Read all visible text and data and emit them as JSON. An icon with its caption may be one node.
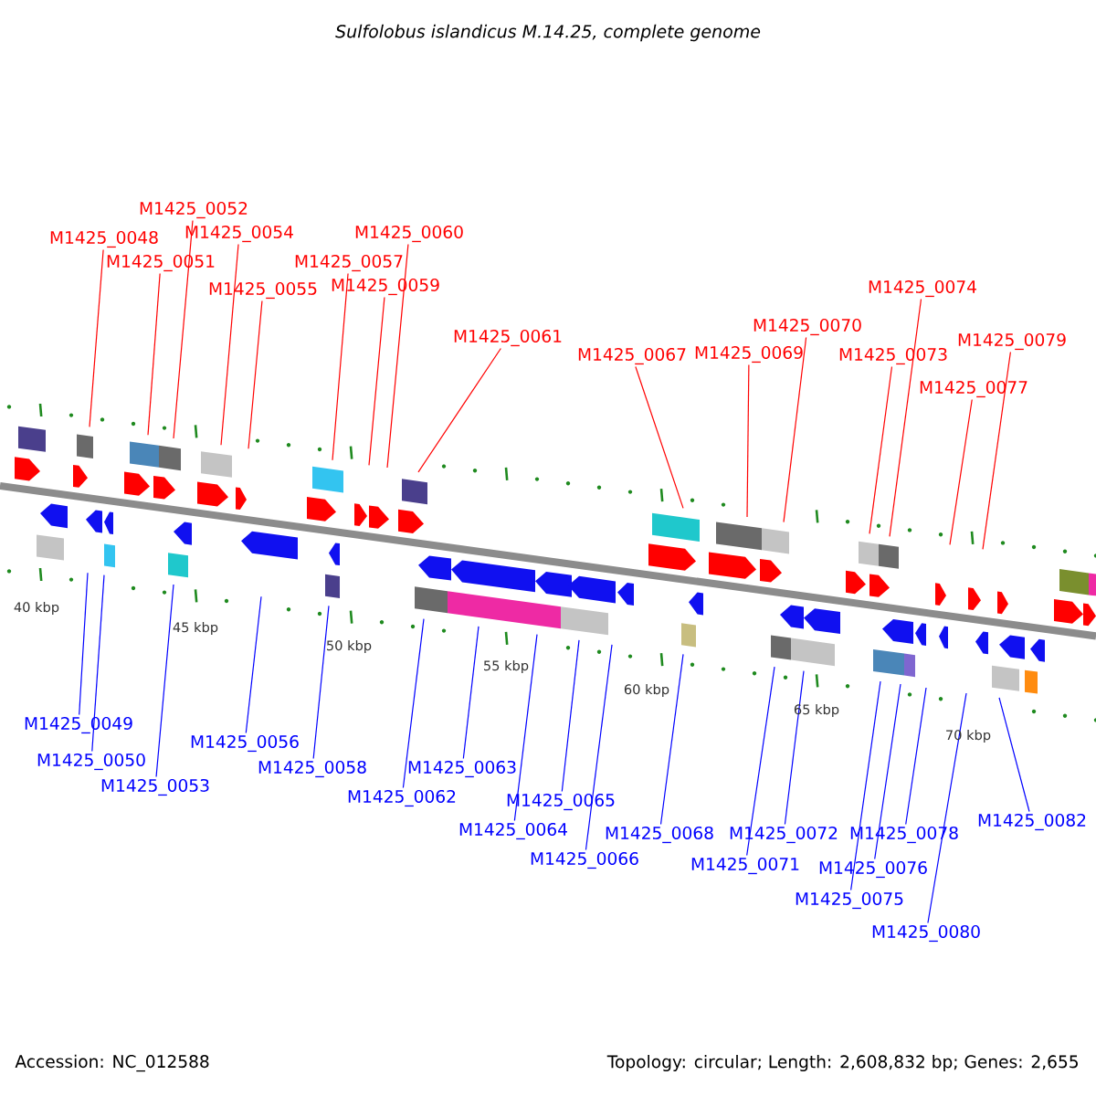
{
  "diagram": {
    "title": "Sulfolobus islandicus M.14.25, complete genome",
    "nodes": [
      {
        "text": [
          "M1425_0048"
        ]
      },
      {
        "text": [
          "M1425_0049"
        ]
      },
      {
        "text": [
          "M1425_0050"
        ]
      },
      {
        "text": [
          "M1425_0051"
        ]
      },
      {
        "text": [
          "M1425_0052"
        ]
      },
      {
        "text": [
          "M1425_0053"
        ]
      },
      {
        "text": [
          "M1425_0054"
        ]
      },
      {
        "text": [
          "M1425_0055"
        ]
      },
      {
        "text": [
          "M1425_0056"
        ]
      },
      {
        "text": [
          "M1425_0057"
        ]
      },
      {
        "text": [
          "M1425_0058"
        ]
      },
      {
        "text": [
          "M1425_0059"
        ]
      },
      {
        "text": [
          "M1425_0060"
        ]
      },
      {
        "text": [
          "M1425_0061"
        ]
      },
      {
        "text": [
          "M1425_0062"
        ]
      },
      {
        "text": [
          "M1425_0063"
        ]
      },
      {
        "text": [
          "M1425_0064"
        ]
      },
      {
        "text": [
          "M1425_0065"
        ]
      },
      {
        "text": [
          "M1425_0066"
        ]
      },
      {
        "text": [
          "M1425_0067"
        ]
      },
      {
        "text": [
          "M1425_0068"
        ]
      },
      {
        "text": [
          "M1425_0069"
        ]
      },
      {
        "text": [
          "M1425_0070"
        ]
      },
      {
        "text": [
          "M1425_0071"
        ]
      },
      {
        "text": [
          "M1425_0072"
        ]
      },
      {
        "text": [
          "M1425_0073"
        ]
      },
      {
        "text": [
          "M1425_0074"
        ]
      },
      {
        "text": [
          "M1425_0075"
        ]
      },
      {
        "text": [
          "M1425_0076"
        ]
      },
      {
        "text": [
          "M1425_0077"
        ]
      },
      {
        "text": [
          "M1425_0078"
        ]
      },
      {
        "text": [
          "M1425_0079"
        ]
      },
      {
        "text": [
          "M1425_0080"
        ]
      },
      {
        "text": [
          "M1425_0082"
        ]
      }
    ],
    "edges": [
      {
        "from": 0,
        "to": null,
        "arrow": "none",
        "color": "#ff0000"
      },
      {
        "from": 1,
        "to": null,
        "arrow": "none"
      },
      {
        "from": 2,
        "to": null,
        "arrow": "none"
      },
      {
        "from": 3,
        "to": null,
        "arrow": "none",
        "color": "#ff0000"
      },
      {
        "from": 4,
        "to": null,
        "arrow": "none",
        "color": "#ff0000"
      },
      {
        "from": 5,
        "to": null,
        "arrow": "none"
      },
      {
        "from": 6,
        "to": null,
        "arrow": "none",
        "color": "#ff0000"
      },
      {
        "from": 7,
        "to": null,
        "arrow": "none",
        "color": "#ff0000"
      },
      {
        "from": 8,
        "to": null,
        "arrow": "none"
      },
      {
        "from": 9,
        "to": null,
        "arrow": "none",
        "color": "#ff0000"
      },
      {
        "from": 10,
        "to": null,
        "arrow": "none"
      },
      {
        "from": 11,
        "to": null,
        "arrow": "none",
        "color": "#ff0000"
      },
      {
        "from": 12,
        "to": null,
        "arrow": "none",
        "color": "#ff0000"
      },
      {
        "from": 13,
        "to": null,
        "arrow": "none",
        "color": "#ff0000"
      },
      {
        "from": 14,
        "to": null,
        "arrow": "none"
      },
      {
        "from": 15,
        "to": null,
        "arrow": "none"
      },
      {
        "from": 16,
        "to": null,
        "arrow": "none"
      },
      {
        "from": 17,
        "to": null,
        "arrow": "none"
      },
      {
        "from": 18,
        "to": null,
        "arrow": "none"
      },
      {
        "from": 19,
        "to": null,
        "arrow": "none",
        "color": "#ff0000"
      },
      {
        "from": 20,
        "to": null,
        "arrow": "none"
      },
      {
        "from": 21,
        "to": null,
        "arrow": "none",
        "color": "#ff0000"
      },
      {
        "from": 22,
        "to": null,
        "arrow": "none",
        "color": "#ff0000"
      },
      {
        "from": 23,
        "to": null,
        "arrow": "none"
      },
      {
        "from": 24,
        "to": null,
        "arrow": "none"
      },
      {
        "from": 25,
        "to": null,
        "arrow": "none",
        "color": "#ff0000"
      },
      {
        "from": 26,
        "to": null,
        "arrow": "none",
        "color": "#ff0000"
      },
      {
        "from": 27,
        "to": null,
        "arrow": "none"
      },
      {
        "from": 28,
        "to": null,
        "arrow": "none"
      },
      {
        "from": 29,
        "to": null,
        "arrow": "none",
        "color": "#ff0000"
      },
      {
        "from": 30,
        "to": null,
        "arrow": "none"
      },
      {
        "from": 31,
        "to": null,
        "arrow": "none",
        "color": "#ff0000"
      },
      {
        "from": 32,
        "to": null,
        "arrow": "none"
      },
      {
        "from": 33,
        "to": null,
        "arrow": "none"
      }
    ],
    "labels": [
      "40 kbp",
      "45 kbp",
      "50 kbp",
      "55 kbp",
      "60 kbp",
      "65 kbp",
      "70 kbp",
      "Accession: NC_012588",
      "Topology: circular; Length: 2,608,832 bp; Genes: 2,655"
    ]
  }
}
